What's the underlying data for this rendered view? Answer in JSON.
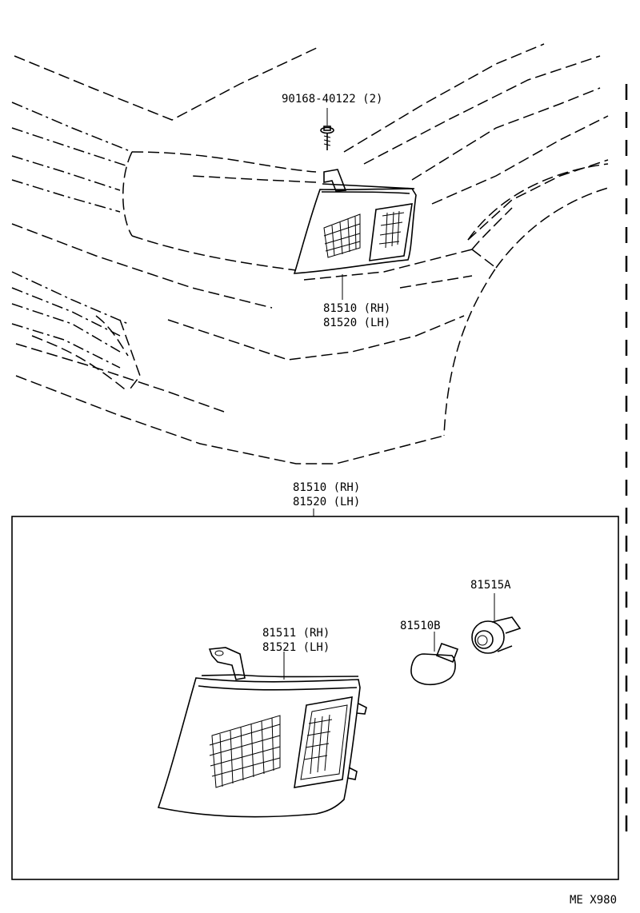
{
  "labels": {
    "screw": "90168-40122 (2)",
    "top_lamp_rh": "81510 (RH)",
    "top_lamp_lh": "81520 (LH)",
    "assy_rh": "81510 (RH)",
    "assy_lh": "81520 (LH)",
    "lens_rh": "81511 (RH)",
    "lens_lh": "81521 (LH)",
    "bulb": "81510B",
    "socket": "81515A",
    "footer_code": "ME X980"
  }
}
